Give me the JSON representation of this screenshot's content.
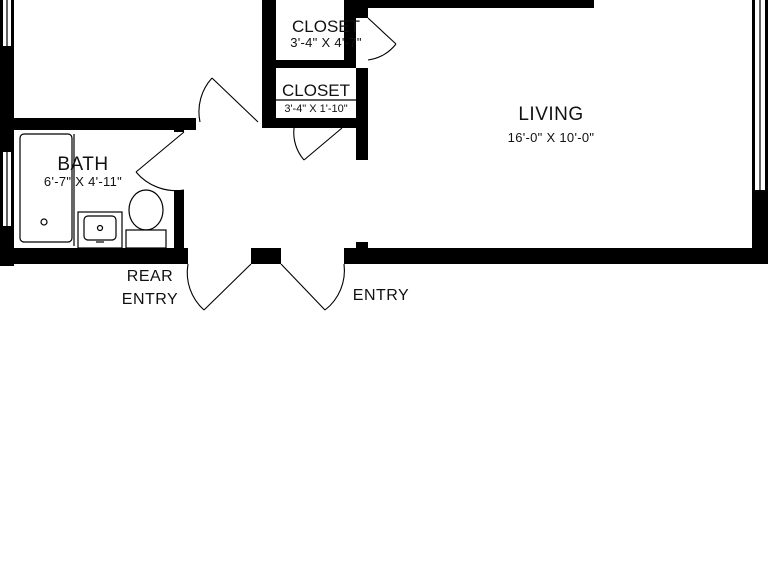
{
  "rooms": {
    "living": {
      "name": "LIVING",
      "dims": "16'-0\" X 10'-0\""
    },
    "bath": {
      "name": "BATH",
      "dims": "6'-7\" X 4'-11\""
    },
    "closet1": {
      "name": "CLOSET",
      "dims": "3'-4\" X 4'-7\""
    },
    "closet2": {
      "name": "CLOSET",
      "dims": "3'-4\" X 1'-10\""
    }
  },
  "labels": {
    "rear_entry_1": "REAR",
    "rear_entry_2": "ENTRY",
    "entry": "ENTRY"
  },
  "colors": {
    "wall": "#000000",
    "background": "#ffffff"
  }
}
